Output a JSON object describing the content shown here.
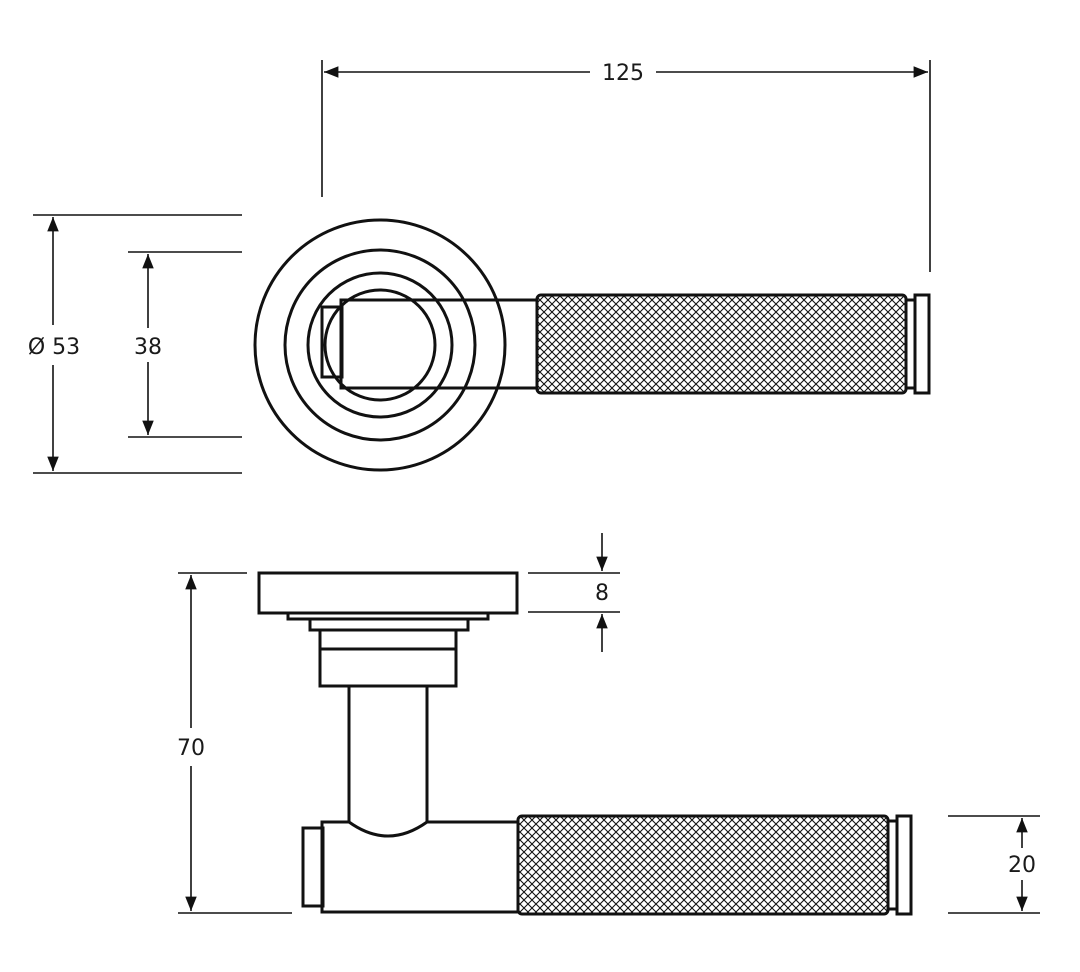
{
  "dimensions": {
    "length": "125",
    "rose_diameter": "Ø 53",
    "rose_inner": "38",
    "rose_thickness": "8",
    "projection": "70",
    "lever_diameter": "20"
  }
}
